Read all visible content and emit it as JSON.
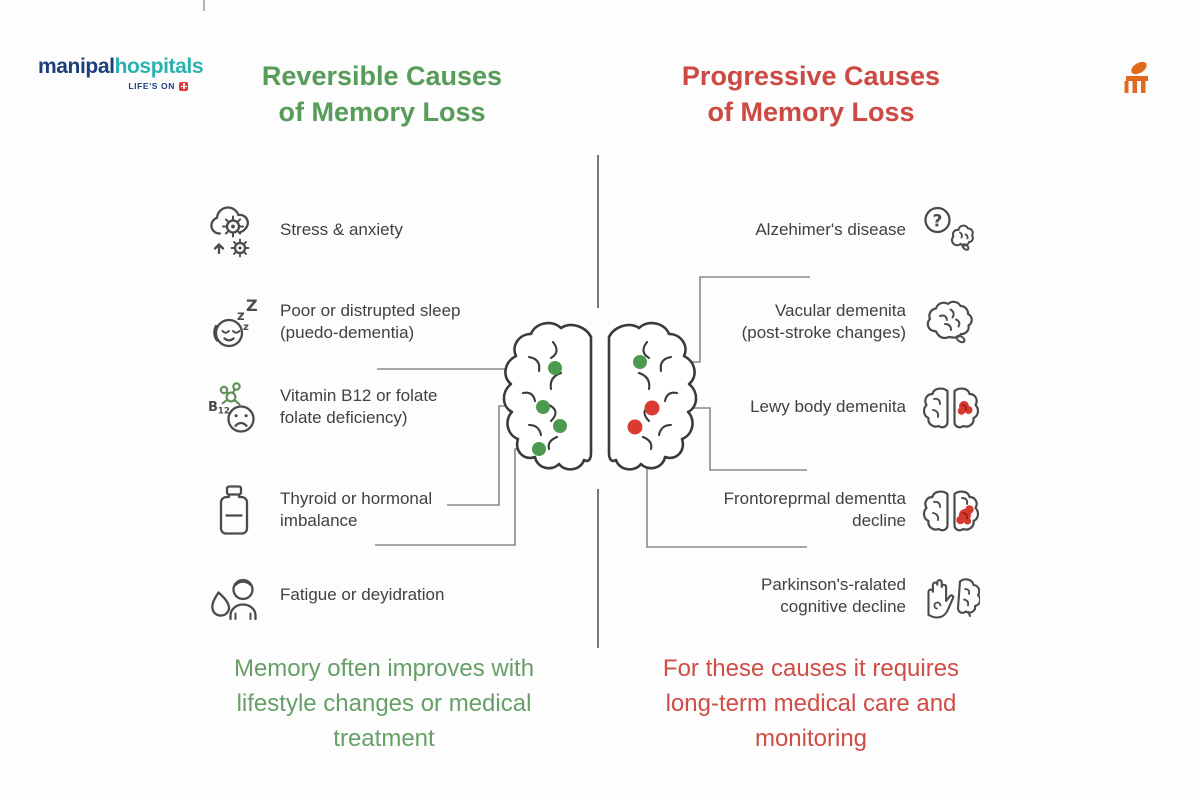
{
  "brand": {
    "part1": "manipal",
    "part2": "hospitals",
    "tagline": "LIFE'S ON",
    "colors": {
      "part1": "#1b3f7c",
      "part2": "#2cb2ae",
      "cross": "#e23a3c",
      "mark": "#e06a1e"
    }
  },
  "headings": {
    "left": {
      "text": "Reversible Causes\nof Memory Loss",
      "color": "#579c58"
    },
    "right": {
      "text": "Progressive Causes\nof Memory Loss",
      "color": "#cd4a44"
    }
  },
  "left_items": [
    {
      "icon": "stress-cloud-gears-icon",
      "label": "Stress & anxiety"
    },
    {
      "icon": "sleep-face-icon",
      "label": "Poor or distrupted sleep\n(puedo-dementia)"
    },
    {
      "icon": "vitamin-b12-sad-face-icon",
      "label": "Vitamin B12 or folate\nfolate deficiency)"
    },
    {
      "icon": "medicine-bottle-icon",
      "label": "Thyroid or hormonal\nimbalance"
    },
    {
      "icon": "drop-person-icon",
      "label": "Fatigue or deyidration"
    }
  ],
  "right_items": [
    {
      "icon": "question-brain-icon",
      "label": "Alzehimer's disease"
    },
    {
      "icon": "brain-side-icon",
      "label": "Vacular demenita\n(post-stroke changes)"
    },
    {
      "icon": "brain-red-spot-icon",
      "label": "Lewy body demenita"
    },
    {
      "icon": "brain-red-lobe-icon",
      "label": "Frontoreprmal dementta\ndecline"
    },
    {
      "icon": "hand-brain-icon",
      "label": "Parkinson's-ralated\ncognitive decline"
    }
  ],
  "footnotes": {
    "left": {
      "text": "Memory often improves with\nlifestyle changes or medical\ntreatment",
      "color": "#66a067"
    },
    "right": {
      "text": "For these causes it requires\nlong-term medical care and\nmonitoring",
      "color": "#d04c45"
    }
  },
  "diagram": {
    "dot_colors": {
      "reversible": "#4c9a4f",
      "progressive": "#da3a30"
    },
    "left_dot_count": 4,
    "right_green_dot_count": 1,
    "right_red_dot_count": 2
  }
}
